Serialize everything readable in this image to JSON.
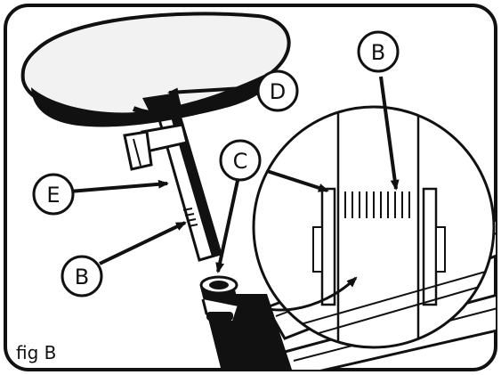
{
  "figure": {
    "caption": "fig B",
    "callouts": [
      {
        "id": "D",
        "label": "D"
      },
      {
        "id": "C",
        "label": "C"
      },
      {
        "id": "E",
        "label": "E"
      },
      {
        "id": "B_zoom",
        "label": "B"
      },
      {
        "id": "B_post",
        "label": "B"
      }
    ]
  },
  "colors": {
    "ink": "#111111",
    "paper": "#ffffff",
    "seat_cover": "#f2f2f2"
  }
}
